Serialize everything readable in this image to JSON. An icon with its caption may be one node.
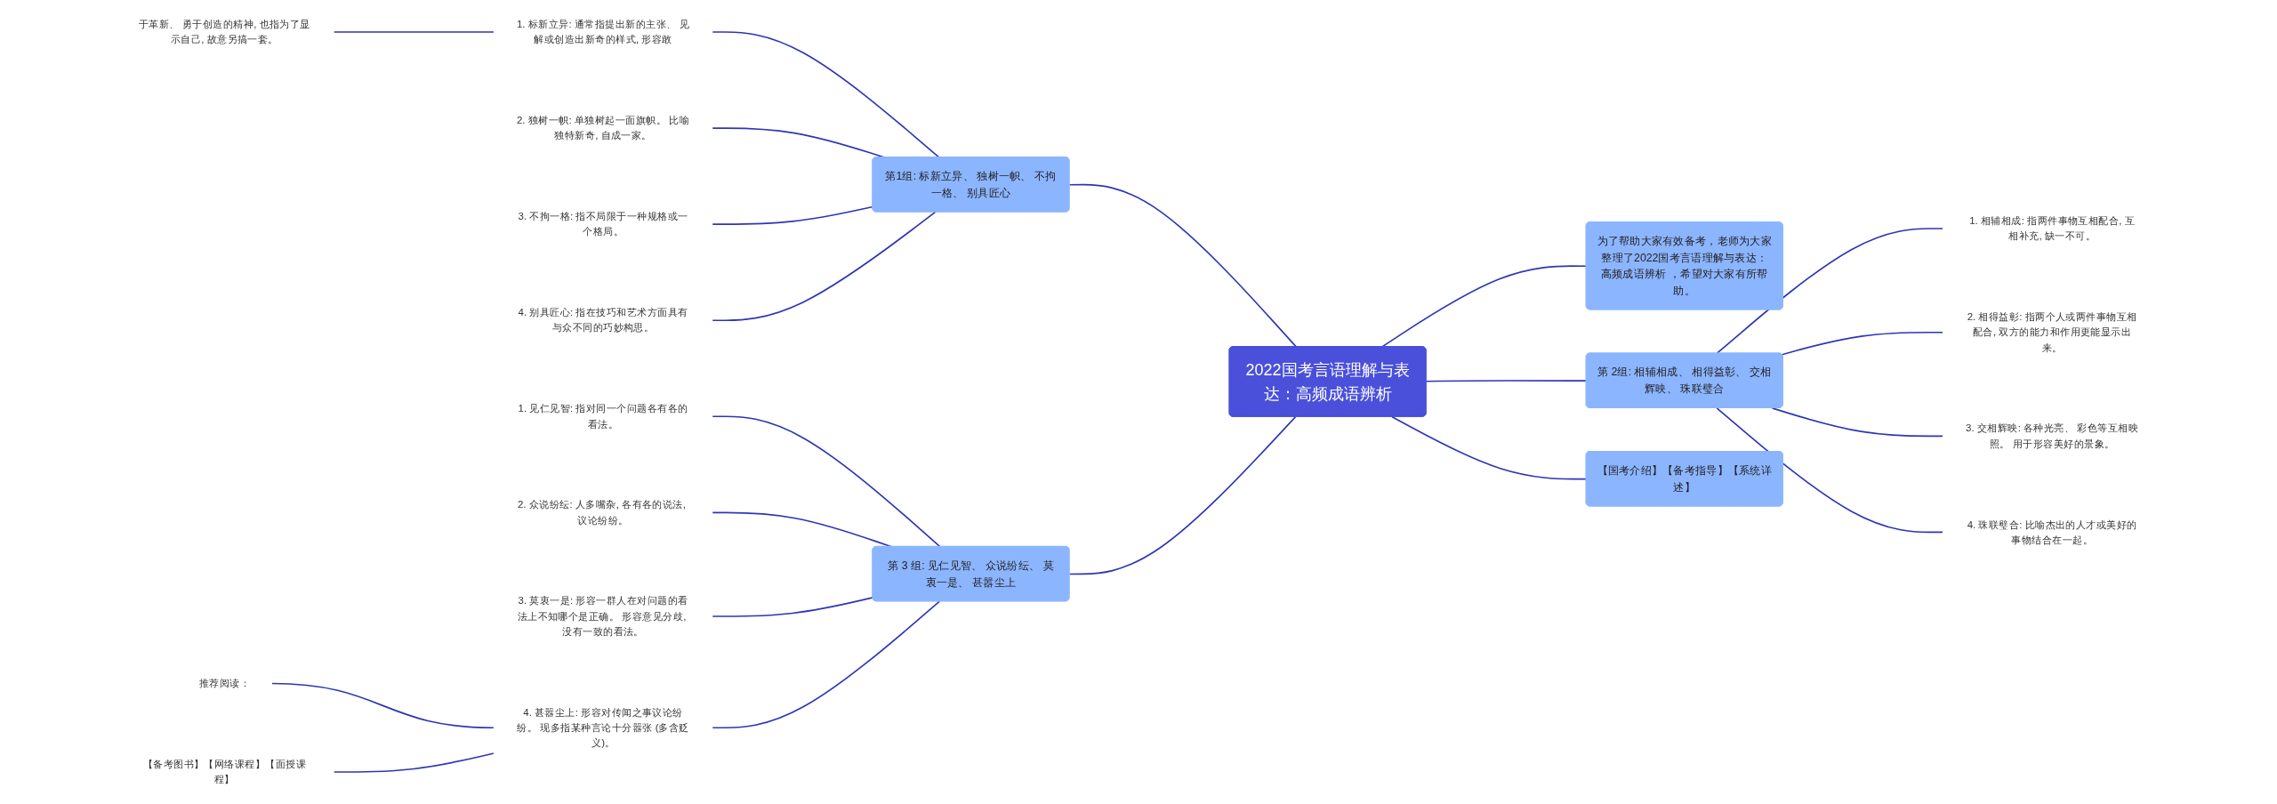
{
  "diagram": {
    "nodes": [
      {
        "text": [
          "2022国考言语理解与表达：高频成语辨析"
        ]
      },
      {
        "text": [
          "第1组: 标新立异、 独树一帜、 不拘一格、 别具匠心"
        ]
      },
      {
        "text": [
          "1. 标新立异: 通常指提出新的主张、 见解或创造出新奇的样式, 形容敢"
        ]
      },
      {
        "text": [
          "于革新、 勇于创造的精神, 也指为了显示自己, 故意另搞一套。"
        ]
      },
      {
        "text": [
          "2. 独树一帜: 单独树起一面旗帜。 比喻独特新奇, 自成一家。"
        ]
      },
      {
        "text": [
          "3. 不拘一格: 指不局限于一种规格或一个格局。"
        ]
      },
      {
        "text": [
          "4. 别具匠心: 指在技巧和艺术方面具有与众不同的巧妙构思。"
        ]
      },
      {
        "text": [
          "第 3 组: 见仁见智、 众说纷纭、 莫衷一是、 甚嚣尘上"
        ]
      },
      {
        "text": [
          "1. 见仁见智: 指对同一个问题各有各的看法。"
        ]
      },
      {
        "text": [
          "2. 众说纷纭: 人多嘴杂, 各有各的说法, 议论纷纷。"
        ]
      },
      {
        "text": [
          "3. 莫衷一是: 形容一群人在对问题的看法上不知哪个是正确。 形容意见分歧, 没有一致的看法。"
        ]
      },
      {
        "text": [
          "4. 甚嚣尘上: 形容对传闻之事议论纷纷。 现多指某种言论十分嚣张 (多含贬义)。"
        ]
      },
      {
        "text": [
          "推荐阅读："
        ]
      },
      {
        "text": [
          "【备考图书】【网络课程】【面授课程】"
        ]
      },
      {
        "text": [
          "为了帮助大家有效备考，老师为大家整理了2022国考言语理解与表达：高频成语辨析 ，希望对大家有所帮助。"
        ]
      },
      {
        "text": [
          "第 2组: 相辅相成、 相得益彰、 交相辉映、 珠联璧合"
        ]
      },
      {
        "text": [
          "1. 相辅相成: 指两件事物互相配合, 互相补充, 缺一不可。"
        ]
      },
      {
        "text": [
          "2. 相得益彰: 指两个人或两件事物互相配合, 双方的能力和作用更能显示出来。"
        ]
      },
      {
        "text": [
          "3. 交相辉映: 各种光亮、 彩色等互相映照。 用于形容美好的景象。"
        ]
      },
      {
        "text": [
          "4. 珠联璧合: 比喻杰出的人才或美好的事物结合在一起。"
        ]
      },
      {
        "text": [
          "【国考介绍】【备考指导】【系统详述】"
        ]
      }
    ],
    "edges": [
      {
        "from": 1,
        "to": 0,
        "arrow": "none"
      },
      {
        "from": 2,
        "to": 1,
        "arrow": "none"
      },
      {
        "from": 3,
        "to": 2,
        "arrow": "none"
      },
      {
        "from": 4,
        "to": 1,
        "arrow": "none"
      },
      {
        "from": 5,
        "to": 1,
        "arrow": "none"
      },
      {
        "from": 6,
        "to": 1,
        "arrow": "none"
      },
      {
        "from": 7,
        "to": 0,
        "arrow": "none"
      },
      {
        "from": 8,
        "to": 7,
        "arrow": "none"
      },
      {
        "from": 9,
        "to": 7,
        "arrow": "none"
      },
      {
        "from": 10,
        "to": 7,
        "arrow": "none"
      },
      {
        "from": 11,
        "to": 7,
        "arrow": "none"
      },
      {
        "from": 12,
        "to": 11,
        "arrow": "none"
      },
      {
        "from": 13,
        "to": 11,
        "arrow": "none"
      },
      {
        "from": 0,
        "to": 14,
        "arrow": "none"
      },
      {
        "from": 0,
        "to": 15,
        "arrow": "none"
      },
      {
        "from": 15,
        "to": 16,
        "arrow": "none"
      },
      {
        "from": 15,
        "to": 17,
        "arrow": "none"
      },
      {
        "from": 15,
        "to": 18,
        "arrow": "none"
      },
      {
        "from": 15,
        "to": 19,
        "arrow": "none"
      },
      {
        "from": 0,
        "to": 20,
        "arrow": "none"
      }
    ]
  }
}
